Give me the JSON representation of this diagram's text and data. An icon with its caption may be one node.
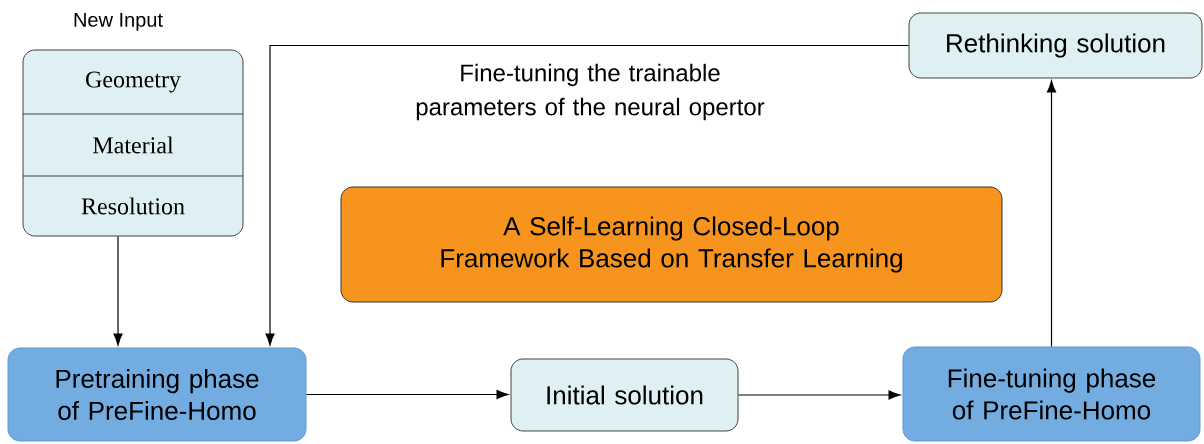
{
  "diagram": {
    "nodes": [
      {
        "text": [
          "New Input"
        ]
      },
      {
        "text": [
          "Geometry"
        ],
        "in": 0
      },
      {
        "text": [
          "Material"
        ],
        "in": 0
      },
      {
        "text": [
          "Resolution"
        ],
        "in": 0
      },
      {
        "text": [
          "Pretraining phase of PreFine-Homo"
        ]
      },
      {
        "text": [
          "Initial solution"
        ]
      },
      {
        "text": [
          "Fine-tuning phase of PreFine-Homo"
        ]
      },
      {
        "text": [
          "Rethinking solution"
        ]
      },
      {
        "text": [
          "A Self-Learning Closed-Loop Framework Based on Transfer Learning"
        ]
      }
    ],
    "edges": [
      {
        "from": 0,
        "to": 4,
        "arrow": "to"
      },
      {
        "from": 4,
        "to": 5,
        "arrow": "to"
      },
      {
        "from": 5,
        "to": 6,
        "arrow": "to"
      },
      {
        "from": 6,
        "to": 7,
        "arrow": "to"
      },
      {
        "from": 7,
        "to": 4,
        "arrow": "to",
        "label": "Fine-tuning the trainable parameters of the neural opertor"
      }
    ]
  }
}
